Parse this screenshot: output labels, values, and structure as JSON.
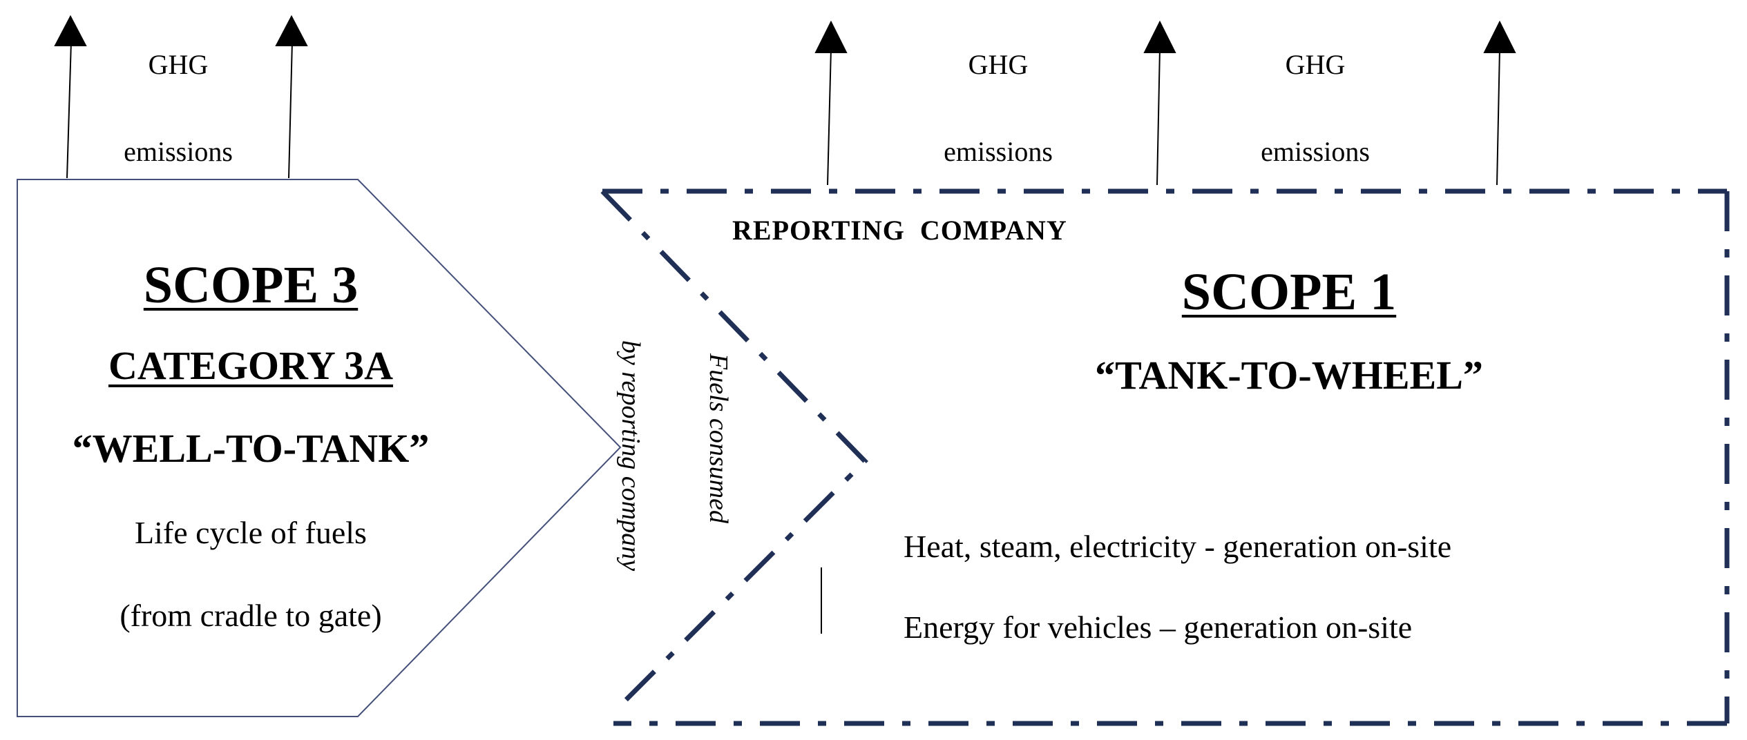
{
  "emission_labels": [
    {
      "line1": "GHG",
      "line2": "emissions"
    },
    {
      "line1": "GHG",
      "line2": "emissions"
    },
    {
      "line1": "GHG",
      "line2": "emissions"
    }
  ],
  "scope3": {
    "title": "SCOPE 3",
    "category": "CATEGORY 3A",
    "subtitle": "“WELL-TO-TANK”",
    "line1": "Life cycle of fuels",
    "line2": "(from cradle to gate)"
  },
  "fuels_label": {
    "line1": "Fuels consumed",
    "line2": "by reporting company"
  },
  "reporting_company": "REPORTING  COMPANY",
  "scope1": {
    "title": "SCOPE 1",
    "subtitle": "“TANK-TO-WHEEL”",
    "item1": "Heat, steam, electricity - generation on-site",
    "item2": "Energy for vehicles – generation on-site"
  },
  "colors": {
    "boundary": "#1f2f55",
    "scope3_outline": "#44507a",
    "text": "#000000"
  }
}
